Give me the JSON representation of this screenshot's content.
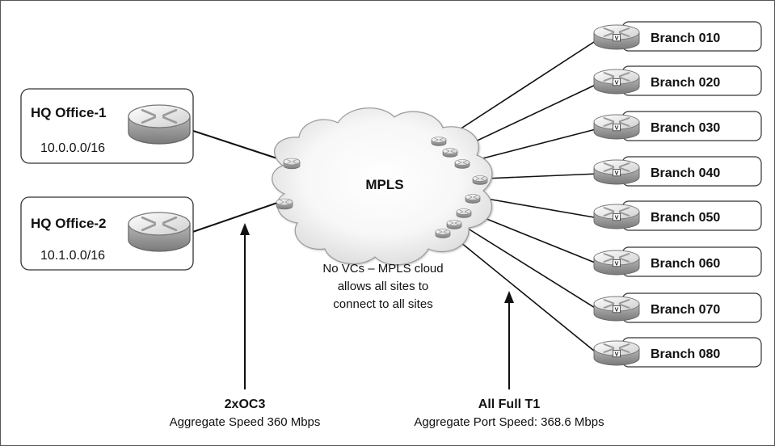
{
  "hq_offices": [
    {
      "name": "HQ Office-1",
      "subnet": "10.0.0.0/16"
    },
    {
      "name": "HQ Office-2",
      "subnet": "10.1.0.0/16"
    }
  ],
  "cloud": {
    "label": "MPLS",
    "note_lines": [
      "No VCs – MPLS cloud",
      "allows all sites to",
      "connect to all sites"
    ]
  },
  "branches": [
    {
      "name": "Branch 010"
    },
    {
      "name": "Branch 020"
    },
    {
      "name": "Branch 030"
    },
    {
      "name": "Branch 040"
    },
    {
      "name": "Branch 050"
    },
    {
      "name": "Branch 060"
    },
    {
      "name": "Branch 070"
    },
    {
      "name": "Branch 080"
    }
  ],
  "annotations": {
    "left": {
      "title": "2xOC3",
      "subtitle": "Aggregate Speed 360 Mbps"
    },
    "right": {
      "title": "All Full T1",
      "subtitle": "Aggregate Port Speed: 368.6 Mbps"
    }
  },
  "colors": {
    "frame": "#555555",
    "line": "#111111",
    "router_light": "#f2f2f2",
    "router_dark": "#8e8e8e"
  },
  "icons": {
    "router": "router-icon",
    "vpn_router": "vpn-router-icon",
    "cloud": "cloud-icon"
  }
}
